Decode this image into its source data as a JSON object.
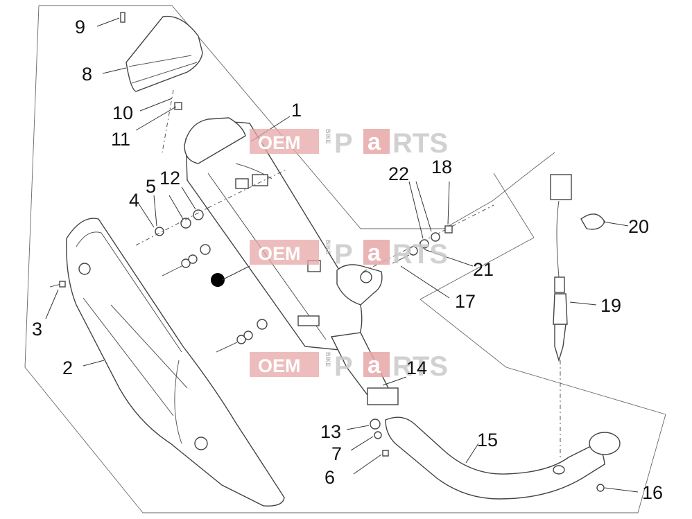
{
  "callouts": [
    {
      "id": "1",
      "label": "1"
    },
    {
      "id": "2",
      "label": "2"
    },
    {
      "id": "3",
      "label": "3"
    },
    {
      "id": "4",
      "label": "4"
    },
    {
      "id": "5",
      "label": "5"
    },
    {
      "id": "6",
      "label": "6"
    },
    {
      "id": "7",
      "label": "7"
    },
    {
      "id": "8",
      "label": "8"
    },
    {
      "id": "9",
      "label": "9"
    },
    {
      "id": "10",
      "label": "10"
    },
    {
      "id": "11",
      "label": "11"
    },
    {
      "id": "12",
      "label": "12"
    },
    {
      "id": "13",
      "label": "13"
    },
    {
      "id": "14",
      "label": "14"
    },
    {
      "id": "15",
      "label": "15"
    },
    {
      "id": "16",
      "label": "16"
    },
    {
      "id": "17",
      "label": "17"
    },
    {
      "id": "18",
      "label": "18"
    },
    {
      "id": "19",
      "label": "19"
    },
    {
      "id": "20",
      "label": "20"
    },
    {
      "id": "21",
      "label": "21"
    },
    {
      "id": "22",
      "label": "22"
    }
  ],
  "watermark": {
    "oem": "OEM",
    "bike": "BIKE",
    "p": "P",
    "a": "a",
    "rts": "RTS"
  },
  "colors": {
    "watermark_red": "#e7a7a7",
    "watermark_grey": "#c9c9c9",
    "line": "#444444"
  }
}
